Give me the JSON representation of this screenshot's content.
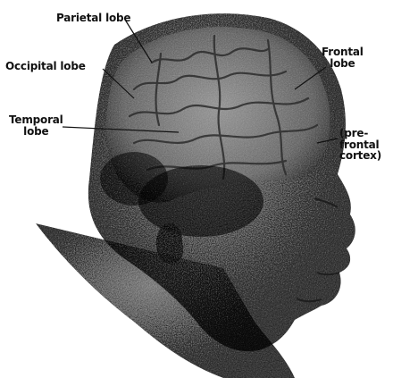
{
  "labels": {
    "parietal": "Parietal lobe",
    "occipital": "Occipital lobe",
    "frontal_line1": "Frontal",
    "frontal_line2": "lobe",
    "temporal_line1": "Temporal",
    "temporal_line2": "lobe",
    "prefrontal_line1": "(pre-",
    "prefrontal_line2": "frontal",
    "prefrontal_line3": "cortex)"
  },
  "colors": {
    "ink": "#111111",
    "head_dark": "#3a3a3a",
    "head_mid": "#6b6b6b",
    "head_light": "#a8a8a8",
    "brain": "#8a8a8a"
  }
}
